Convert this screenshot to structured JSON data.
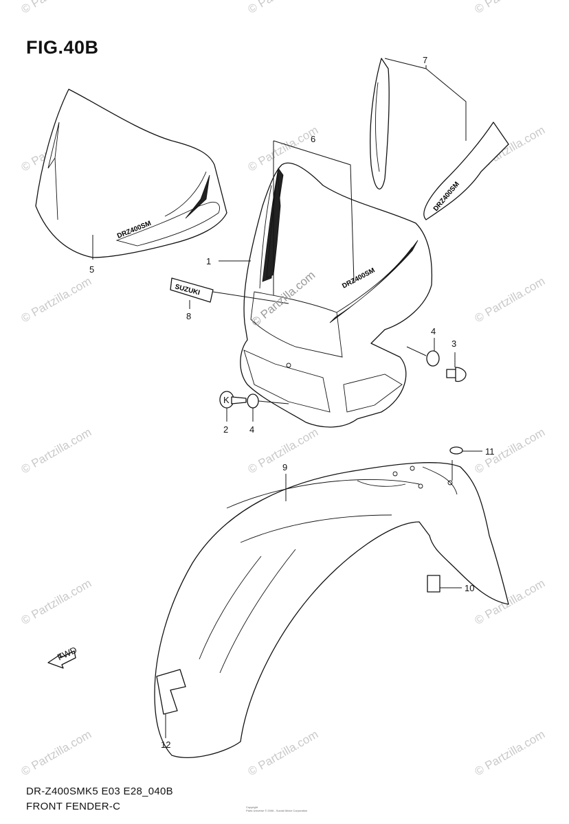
{
  "figure": {
    "title": "FIG.40B",
    "model_code": "DR-Z400SMK5 E03 E28_040B",
    "section_name": "FRONT FENDER-C",
    "copyright_line1": "Copyright",
    "copyright_line2": "Parts Universe © 2006 - Suzuki Motor Corporation"
  },
  "watermark": {
    "text": "© Partzilla.com",
    "center_text": "© Partzilla.com",
    "color": "#c9c9c9"
  },
  "callouts": [
    {
      "id": "label-1",
      "text": "1"
    },
    {
      "id": "label-2",
      "text": "2"
    },
    {
      "id": "label-3",
      "text": "3"
    },
    {
      "id": "label-4a",
      "text": "4"
    },
    {
      "id": "label-4b",
      "text": "4"
    },
    {
      "id": "label-5",
      "text": "5"
    },
    {
      "id": "label-6",
      "text": "6"
    },
    {
      "id": "label-7",
      "text": "7"
    },
    {
      "id": "label-8",
      "text": "8"
    },
    {
      "id": "label-9",
      "text": "9"
    },
    {
      "id": "label-10",
      "text": "10"
    },
    {
      "id": "label-11",
      "text": "11"
    },
    {
      "id": "label-12",
      "text": "12"
    }
  ],
  "decals": {
    "brand": "SUZUKI",
    "model": "DRZ400SM",
    "bolt_mark": "K",
    "direction_arrow": "FWD"
  }
}
